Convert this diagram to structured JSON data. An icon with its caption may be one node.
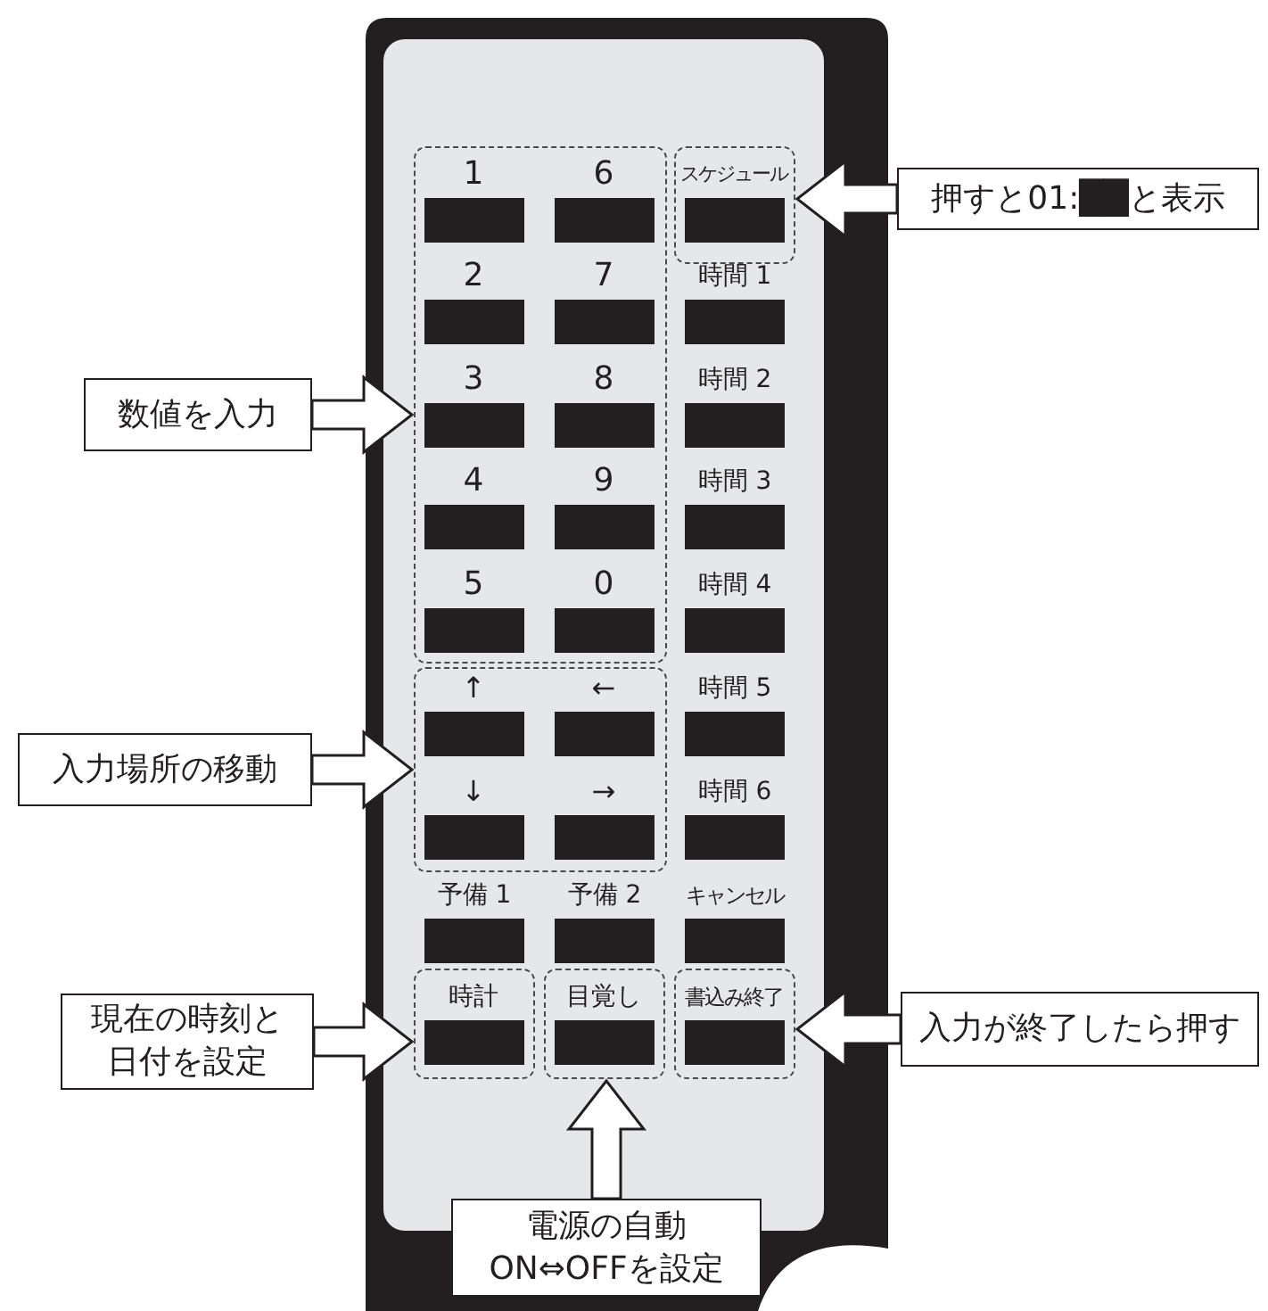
{
  "diagram": {
    "nodes": [
      {
        "text": [],
        "shape": "box"
      },
      {
        "text": [
          "1"
        ],
        "in": 0
      },
      {
        "text": [
          "6"
        ],
        "in": 0
      },
      {
        "text": [
          "2"
        ],
        "in": 0
      },
      {
        "text": [
          "7"
        ],
        "in": 0
      },
      {
        "text": [
          "3"
        ],
        "in": 0
      },
      {
        "text": [
          "8"
        ],
        "in": 0
      },
      {
        "text": [
          "4"
        ],
        "in": 0
      },
      {
        "text": [
          "9"
        ],
        "in": 0
      },
      {
        "text": [
          "5"
        ],
        "in": 0
      },
      {
        "text": [
          "0"
        ],
        "in": 0
      },
      {
        "text": [],
        "shape": "box"
      },
      {
        "text": [
          "スケジュール"
        ],
        "in": 11
      },
      {
        "text": [
          "押すと01:██と表示"
        ]
      },
      {
        "text": [
          "時間 1"
        ]
      },
      {
        "text": [
          "時間 2"
        ]
      },
      {
        "text": [
          "時間 3"
        ]
      },
      {
        "text": [
          "時間 4"
        ]
      },
      {
        "text": [
          "数値を入力"
        ]
      },
      {
        "text": [],
        "shape": "box"
      },
      {
        "text": [
          "↑"
        ],
        "in": 19
      },
      {
        "text": [
          "←"
        ],
        "in": 19
      },
      {
        "text": [
          "↓"
        ],
        "in": 19
      },
      {
        "text": [
          "→"
        ],
        "in": 19
      },
      {
        "text": [
          "時間 5"
        ]
      },
      {
        "text": [
          "時間 6"
        ]
      },
      {
        "text": [
          "入力場所の移動"
        ]
      },
      {
        "text": [
          "予備 1"
        ]
      },
      {
        "text": [
          "予備 2"
        ]
      },
      {
        "text": [
          "キャンセル"
        ]
      },
      {
        "text": [],
        "shape": "box"
      },
      {
        "text": [
          "時計"
        ],
        "in": 30
      },
      {
        "text": [],
        "shape": "box"
      },
      {
        "text": [
          "目覚し"
        ],
        "in": 32
      },
      {
        "text": [],
        "shape": "box"
      },
      {
        "text": [
          "書込み終了"
        ],
        "in": 34
      },
      {
        "text": [
          "現在の時刻と日付を設定"
        ]
      },
      {
        "text": [
          "入力が終了したら押す"
        ]
      },
      {
        "text": [
          "電源の自動ON⇔OFFを設定"
        ]
      }
    ],
    "edges": [
      {
        "from": 13,
        "to": 11,
        "arrow": "to"
      },
      {
        "from": 18,
        "to": 0,
        "arrow": "to"
      },
      {
        "from": 26,
        "to": 19,
        "arrow": "to"
      },
      {
        "from": 36,
        "to": 30,
        "arrow": "to"
      },
      {
        "from": 37,
        "to": 34,
        "arrow": "to"
      },
      {
        "from": 38,
        "to": 32,
        "arrow": "to"
      }
    ]
  }
}
